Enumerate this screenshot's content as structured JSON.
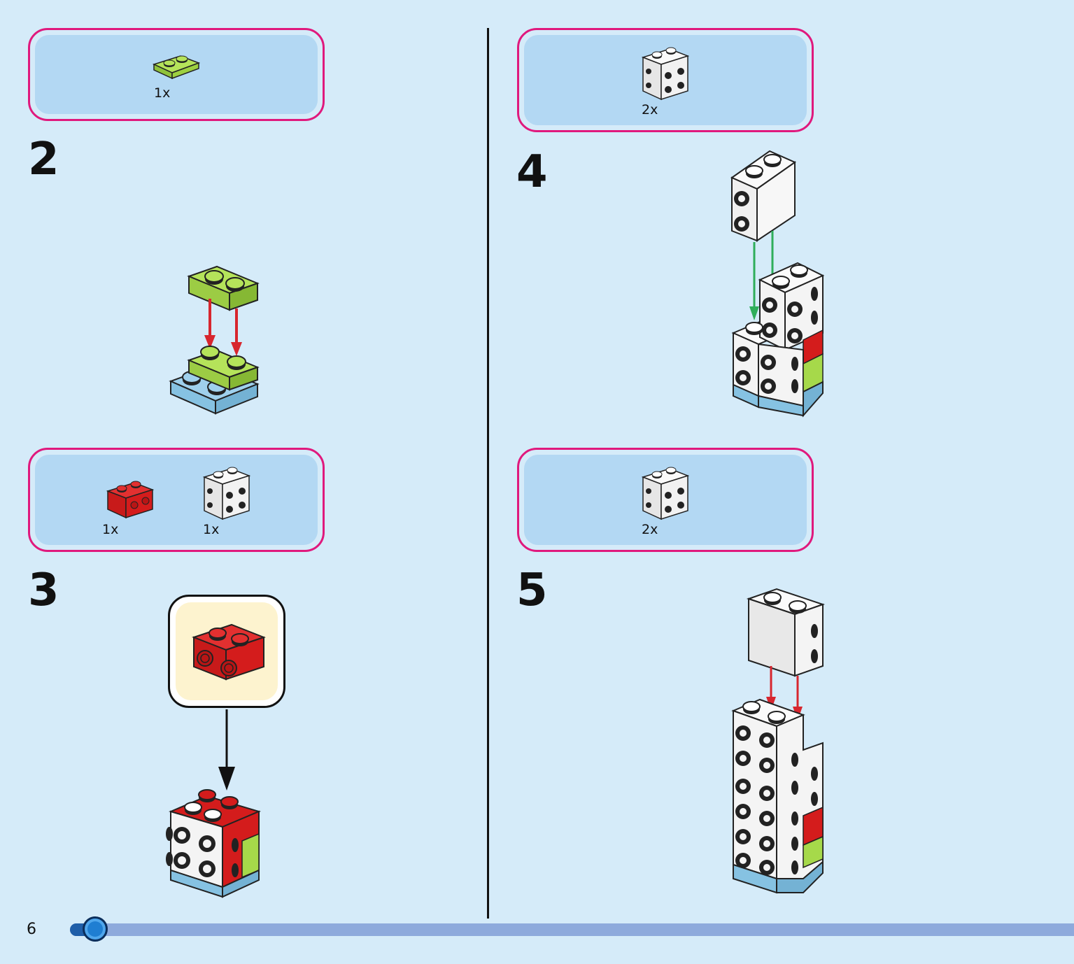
{
  "page_number": "6",
  "progress": {
    "fraction": 0.02
  },
  "steps": [
    {
      "number": "2",
      "parts": [
        {
          "icon": "lime-plate-1x2-icon",
          "quantity": "1x"
        }
      ]
    },
    {
      "number": "3",
      "parts": [
        {
          "icon": "red-brick-1x2-icon",
          "quantity": "1x"
        },
        {
          "icon": "white-studded-brick-icon",
          "quantity": "1x"
        }
      ]
    },
    {
      "number": "4",
      "parts": [
        {
          "icon": "white-studded-brick-icon",
          "quantity": "2x"
        }
      ]
    },
    {
      "number": "5",
      "parts": [
        {
          "icon": "white-studded-brick-icon",
          "quantity": "2x"
        }
      ]
    }
  ],
  "colors": {
    "background": "#d5ebf9",
    "parts_box_border": "#e0197d",
    "parts_box_fill": "#b3d8f3",
    "progress_track": "#8eaadc",
    "progress_knob": "#1f7ed2",
    "arrow_red": "#d7262e",
    "arrow_green": "#2fae5b",
    "brick_lime": "#a6d94a",
    "brick_red": "#d41c1c",
    "brick_white": "#f4f4f4",
    "brick_blue": "#86c2e2"
  }
}
